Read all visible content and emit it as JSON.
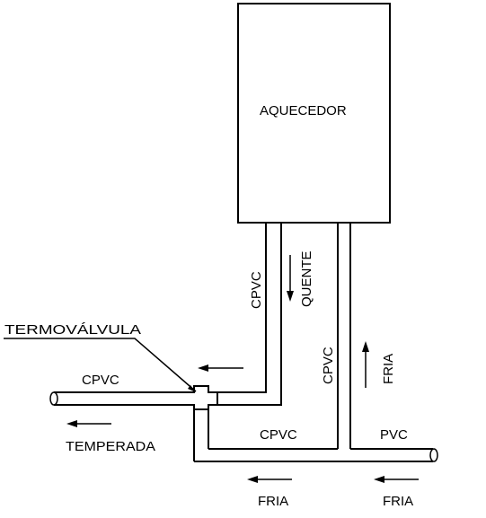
{
  "heater": {
    "label": "AQUECEDOR"
  },
  "labels": {
    "cpvc_hot_vertical": "CPVC",
    "quente": "QUENTE",
    "cpvc_cold_vertical": "CPVC",
    "fria_up": "FRIA",
    "termovalvula": "TERMOVÁLVULA",
    "cpvc_left": "CPVC",
    "temperada": "TEMPERADA",
    "cpvc_bottom": "CPVC",
    "pvc": "PVC",
    "fria_bottom_left": "FRIA",
    "fria_bottom_right": "FRIA"
  }
}
